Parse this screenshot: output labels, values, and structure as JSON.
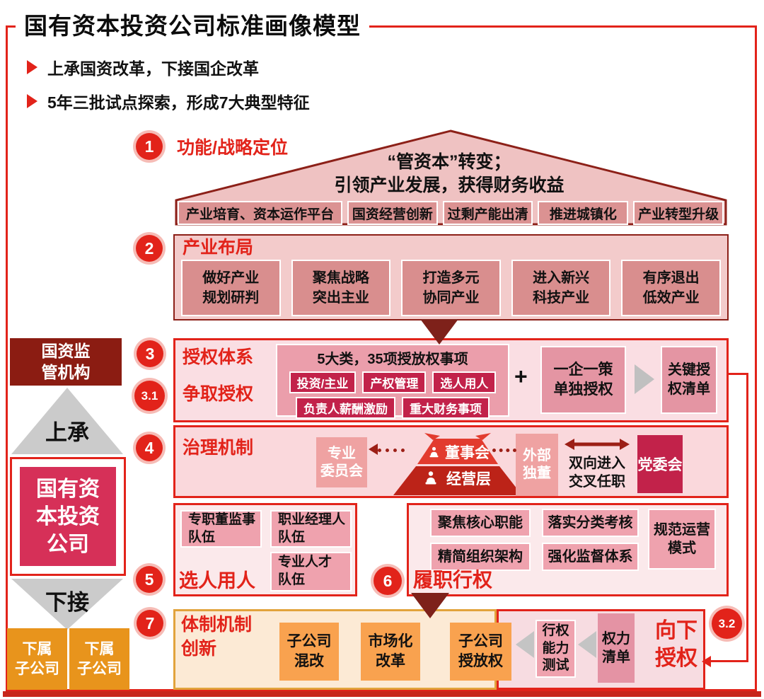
{
  "colors": {
    "accent_red": "#E2231A",
    "maroon": "#8B1C12",
    "crimson": "#C2224A",
    "rose": "#D63058",
    "orange": "#E8941C",
    "light_orange_fill": "#F9A24F",
    "gray_arrow": "#C4C4C4"
  },
  "title": "国有资本投资公司标准画像模型",
  "bullets": [
    "上承国资改革，下接国企改革",
    "5年三批试点探索，形成7大典型特征"
  ],
  "left": {
    "regulator": "国资监\n管机构",
    "up": "上承",
    "company": "国有资\n本投资\n公司",
    "down": "下接",
    "sub1": "下属\n子公司",
    "sub2": "下属\n子公司"
  },
  "s1": {
    "num": "1",
    "label": "功能/战略定位",
    "roof1": "“管资本”转变；",
    "roof2": "引领产业发展，获得财务收益",
    "items": [
      "产业培育、资本运作平台",
      "国资经营创新",
      "过剩产能出清",
      "推进城镇化",
      "产业转型升级"
    ]
  },
  "s2": {
    "num": "2",
    "label": "产业布局",
    "items": [
      "做好产业\n规划研判",
      "聚焦战略\n突出主业",
      "打造多元\n协同产业",
      "进入新兴\n科技产业",
      "有序退出\n低效产业"
    ]
  },
  "s3": {
    "num": "3",
    "label": "授权体系",
    "num2": "3.1",
    "label2": "争取授权",
    "panel_title": "5大类，35项授放权事项",
    "tags": [
      "投资/主业",
      "产权管理",
      "选人用人",
      "负责人薪酬激励",
      "重大财务事项"
    ],
    "plus": "+",
    "policy": "一企一策\n单独授权",
    "list": "关键授\n权清单"
  },
  "s4": {
    "num": "4",
    "label": "治理机制",
    "committee": "专业\n委员会",
    "board": "董事会",
    "management": "经营层",
    "external": "外部\n独董",
    "exchange": "双向进入\n交叉任职",
    "party": "党委会"
  },
  "s5": {
    "num": "5",
    "label": "选人用人",
    "items": [
      "专职董监事\n队伍",
      "职业经理人\n队伍",
      "专业人才\n队伍"
    ]
  },
  "s6": {
    "num": "6",
    "label": "履职行权",
    "items": [
      "聚焦核心职能",
      "落实分类考核",
      "规范运营\n模式",
      "精简组织架构",
      "强化监督体系"
    ]
  },
  "s7": {
    "num": "7",
    "label": "体制机制\n创新",
    "orange_items": [
      "子公司\n混改",
      "市场化\n改革",
      "子公司\n授放权"
    ],
    "pink_items": [
      "行权\n能力\n测试",
      "权力\n清单"
    ],
    "right_label": "向下\n授权",
    "badge": "3.2"
  }
}
